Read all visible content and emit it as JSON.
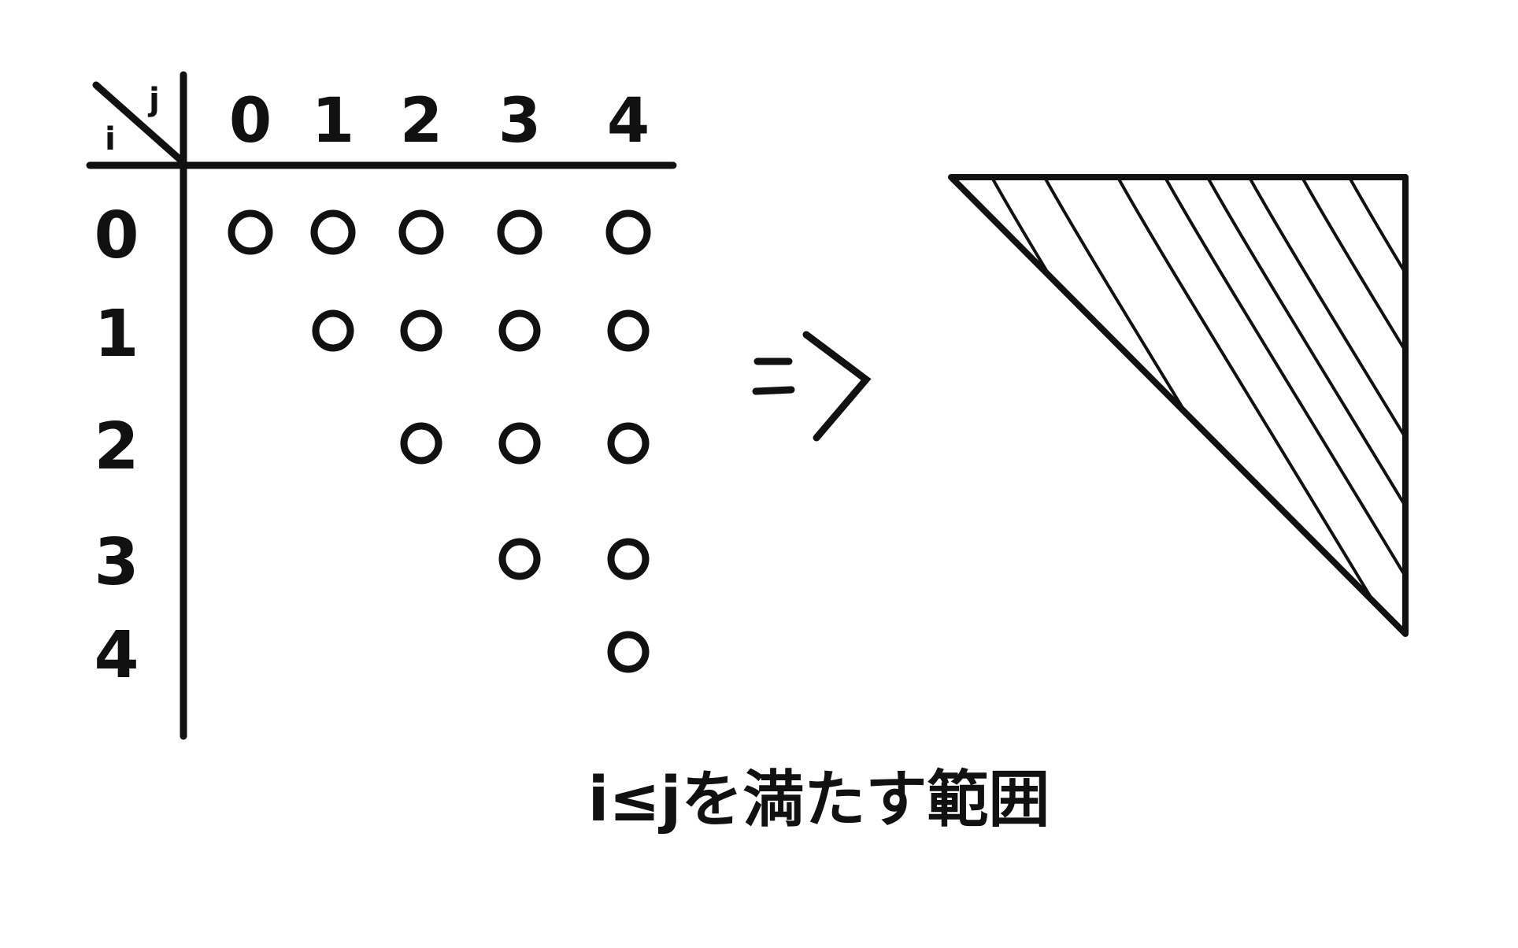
{
  "table": {
    "corner_row_label": "i",
    "corner_col_label": "j",
    "col_headers": [
      "0",
      "1",
      "2",
      "3",
      "4"
    ],
    "row_headers": [
      "0",
      "1",
      "2",
      "3",
      "4"
    ],
    "mark_symbol": "o",
    "marks": [
      {
        "i": 0,
        "j": 0
      },
      {
        "i": 0,
        "j": 1
      },
      {
        "i": 0,
        "j": 2
      },
      {
        "i": 0,
        "j": 3
      },
      {
        "i": 0,
        "j": 4
      },
      {
        "i": 1,
        "j": 1
      },
      {
        "i": 1,
        "j": 2
      },
      {
        "i": 1,
        "j": 3
      },
      {
        "i": 1,
        "j": 4
      },
      {
        "i": 2,
        "j": 2
      },
      {
        "i": 2,
        "j": 3
      },
      {
        "i": 2,
        "j": 4
      },
      {
        "i": 3,
        "j": 3
      },
      {
        "i": 3,
        "j": 4
      },
      {
        "i": 4,
        "j": 4
      }
    ]
  },
  "arrow": "=>",
  "caption": "i≤jを満たす範囲",
  "colors": {
    "ink": "#111111",
    "background": "#ffffff"
  }
}
